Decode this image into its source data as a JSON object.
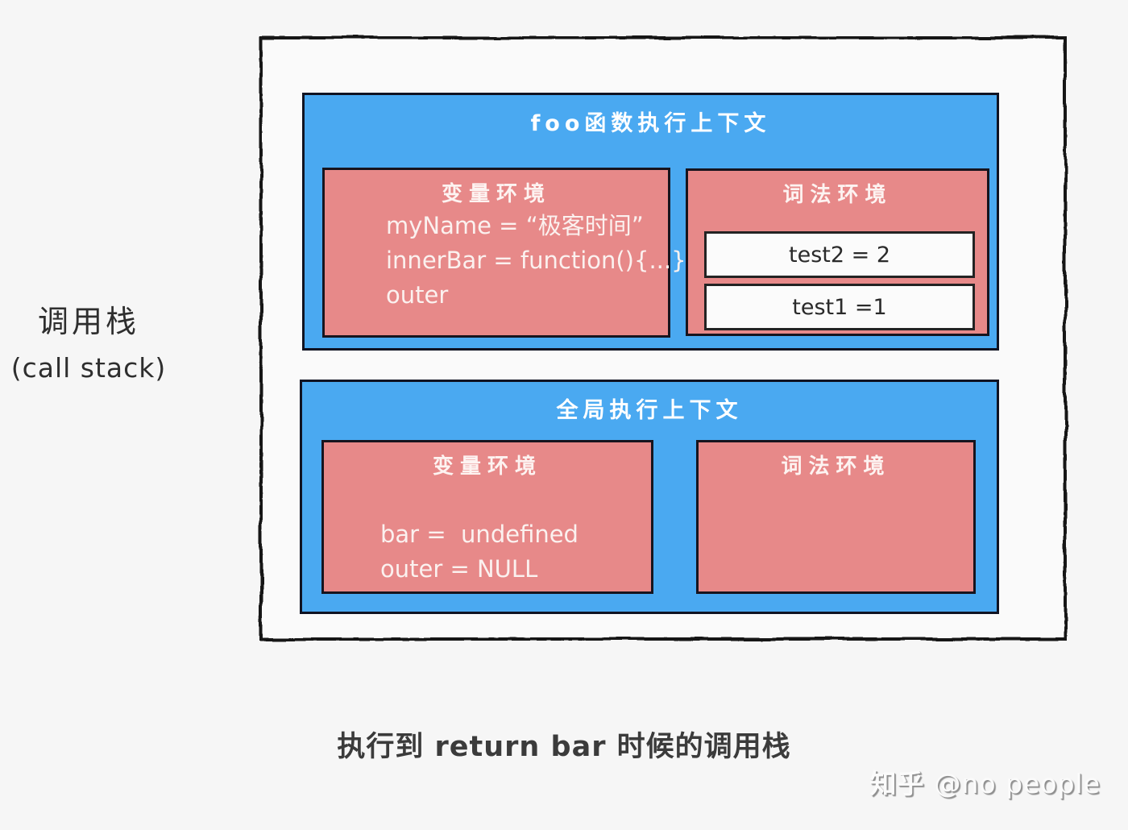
{
  "page": {
    "caption": "执行到 return bar 时候的调用栈",
    "watermark": {
      "brand": "知乎",
      "user": "@no people"
    },
    "colors": {
      "background": "#f6f6f6",
      "context_blue": "#4aa9f1",
      "environment_pink": "#e78989",
      "record_white": "#fbfbfb",
      "border_dark": "#161616"
    }
  },
  "call_stack_label": {
    "zh": "调用栈",
    "en": "(call stack)"
  },
  "contexts": [
    {
      "title": "foo函数执行上下文",
      "variable_env": {
        "title": "变量环境",
        "lines": [
          "myName = “极客时间”",
          "innerBar = function(){...}",
          "outer"
        ]
      },
      "lexical_env": {
        "title": "词法环境",
        "entries": [
          "test2 = 2",
          "test1 =1"
        ]
      }
    },
    {
      "title": "全局执行上下文",
      "variable_env": {
        "title": "变量环境",
        "lines": [
          "bar =  undefined",
          "outer = NULL"
        ]
      },
      "lexical_env": {
        "title": "词法环境",
        "entries": []
      }
    }
  ]
}
